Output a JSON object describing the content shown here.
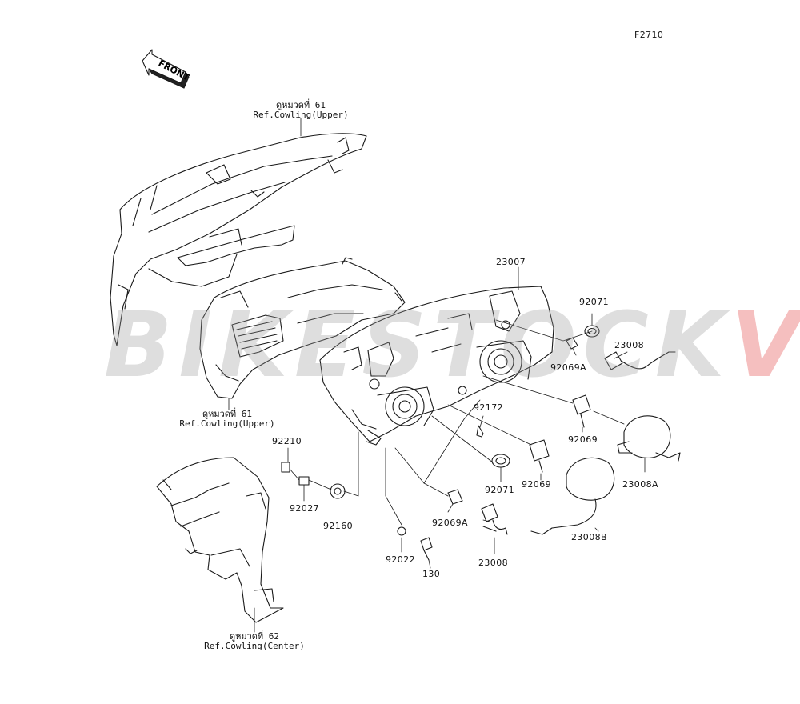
{
  "figure_code": "F2710",
  "front_label": "FRONT",
  "watermark": {
    "part1": "BIKESTOCK",
    "part2": "VN"
  },
  "refs": [
    {
      "thai": "ดูหมวดที่ 61",
      "text": "Ref.Cowling(Upper)"
    },
    {
      "thai": "ดูหมวดที่ 61",
      "text": "Ref.Cowling(Upper)"
    },
    {
      "thai": "ดูหมวดที่ 62",
      "text": "Ref.Cowling(Center)"
    }
  ],
  "parts": [
    {
      "number": "23007"
    },
    {
      "number": "92071"
    },
    {
      "number": "23008"
    },
    {
      "number": "92069A"
    },
    {
      "number": "92172"
    },
    {
      "number": "92069"
    },
    {
      "number": "23008A"
    },
    {
      "number": "92071"
    },
    {
      "number": "92069"
    },
    {
      "number": "92069A"
    },
    {
      "number": "23008"
    },
    {
      "number": "23008B"
    },
    {
      "number": "92210"
    },
    {
      "number": "92027"
    },
    {
      "number": "92160"
    },
    {
      "number": "92022"
    },
    {
      "number": "130"
    }
  ]
}
